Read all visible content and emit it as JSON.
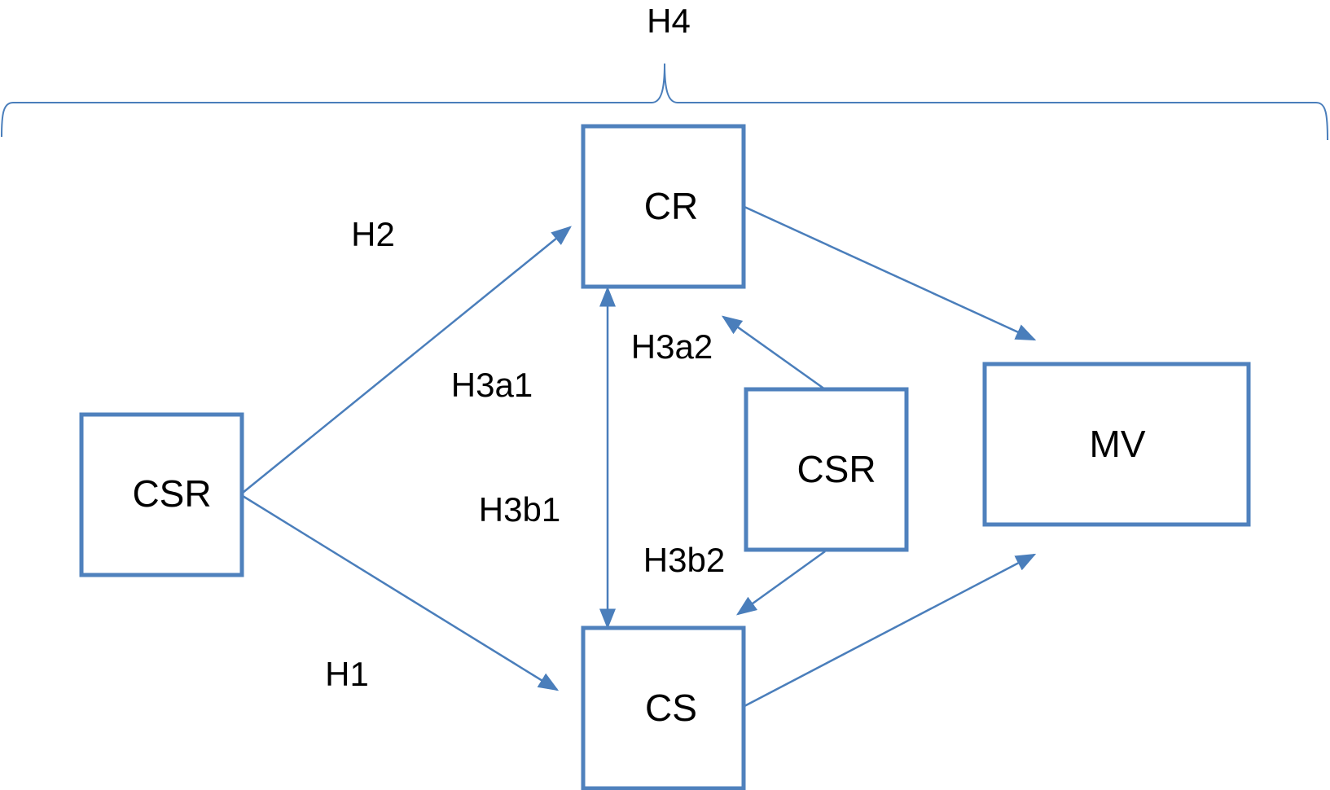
{
  "colors": {
    "box_stroke": "#4f81bd",
    "edge_stroke": "#4a7ebb",
    "text": "#000000",
    "background": "#ffffff"
  },
  "nodes": {
    "csr_left": "CSR",
    "cr": "CR",
    "cs": "CS",
    "csr_mid": "CSR",
    "mv": "MV"
  },
  "hypotheses": {
    "h1": "H1",
    "h2": "H2",
    "h3a1": "H3a1",
    "h3a2": "H3a2",
    "h3b1": "H3b1",
    "h3b2": "H3b2",
    "h4": "H4"
  }
}
